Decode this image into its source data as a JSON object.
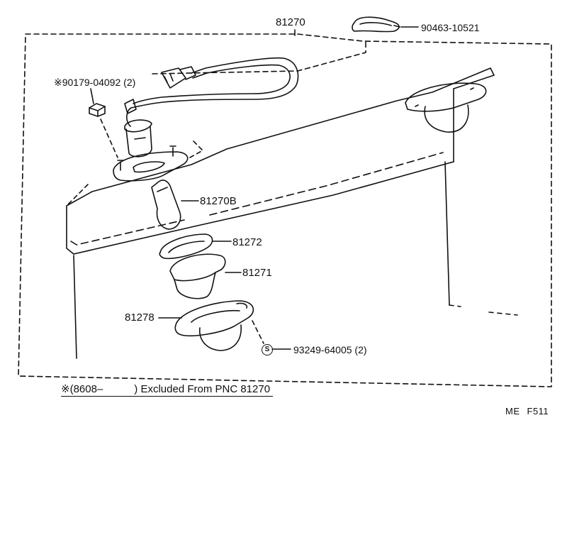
{
  "labels": {
    "assembly": "81270",
    "clip": "90463-10521",
    "nut": "90179-04092",
    "nut_qty": "(2)",
    "nut_mark": "※",
    "bulb": "81270B",
    "gasket": "81272",
    "lens": "81271",
    "housing": "81278",
    "screw_mark": "S",
    "screw": "93249-64005",
    "screw_qty": "(2)"
  },
  "note": {
    "mark": "※",
    "date": "(8608–",
    "close": ")",
    "text": "Excluded From PNC 81270"
  },
  "figure_code": {
    "left": "ME",
    "right": "F511"
  }
}
